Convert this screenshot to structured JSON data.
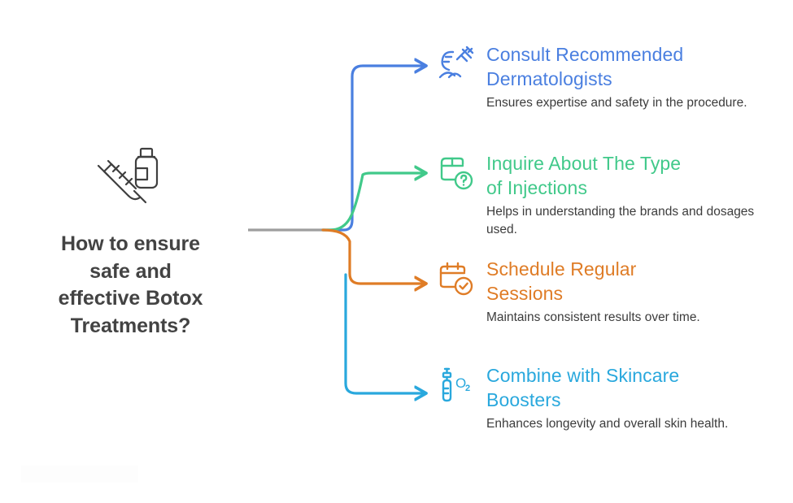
{
  "root": {
    "icon": "syringe-vial-icon",
    "title": "How to ensure safe and effective Botox Treatments?",
    "title_lines": [
      "How to ensure",
      "safe and",
      "effective Botox",
      "Treatments?"
    ],
    "title_color": "#434343",
    "icon_color": "#3f3f3f"
  },
  "connector": {
    "trunk_color": "#9e9e9e",
    "trunk_label": "trunk-line"
  },
  "branches": [
    {
      "id": "branch-1",
      "icon": "face-syringe-icon",
      "heading": "Consult Recommended Dermatologists",
      "heading_lines": [
        "Consult Recommended",
        "Dermatologists"
      ],
      "description": "Ensures expertise and safety in the procedure.",
      "color": "#4a7fe0"
    },
    {
      "id": "branch-2",
      "icon": "package-question-icon",
      "heading": "Inquire About The Type of Injections",
      "heading_lines": [
        "Inquire About The Type",
        "of Injections"
      ],
      "description": "Helps in understanding the brands and dosages used.",
      "color": "#41c98a"
    },
    {
      "id": "branch-3",
      "icon": "calendar-check-icon",
      "heading": "Schedule Regular Sessions",
      "heading_lines": [
        "Schedule Regular",
        "Sessions"
      ],
      "description": "Maintains consistent results over time.",
      "color": "#df7c26"
    },
    {
      "id": "branch-4",
      "icon": "pump-bottle-o2-icon",
      "heading": "Combine with Skincare Boosters",
      "heading_lines": [
        "Combine with Skincare",
        "Boosters"
      ],
      "description": "Enhances longevity and overall skin health.",
      "color": "#29a8dd"
    }
  ]
}
